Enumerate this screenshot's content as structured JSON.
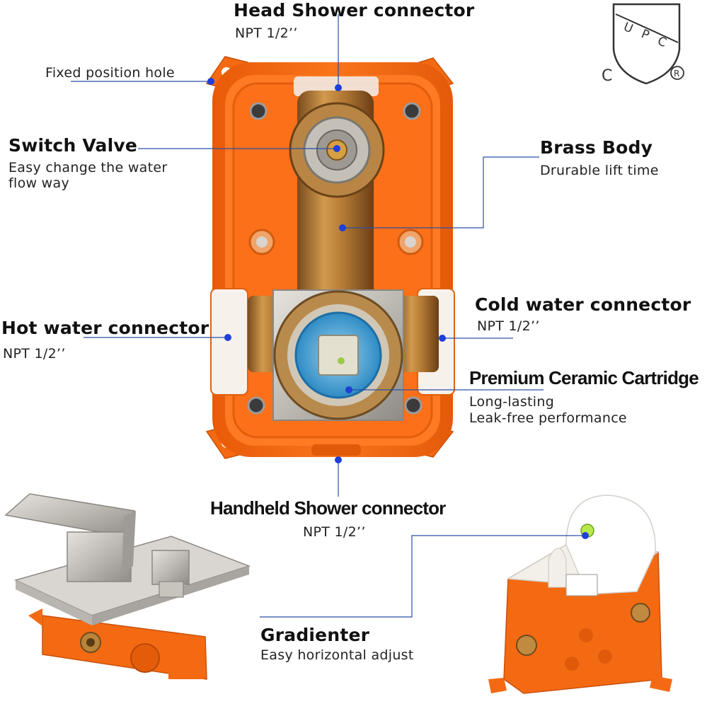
{
  "callouts": {
    "head_shower": {
      "title": "Head Shower connector",
      "sub": "NPT  1/2’’"
    },
    "fixed_hole": {
      "title": "Fixed position hole"
    },
    "switch_valve": {
      "title": "Switch Valve",
      "sub1": "Easy change the water",
      "sub2": "flow way"
    },
    "brass_body": {
      "title": "Brass Body",
      "sub": "Drurable lift time"
    },
    "hot_water": {
      "title": "Hot water connector",
      "sub": "NPT  1/2’’"
    },
    "cold_water": {
      "title": "Cold water connector",
      "sub": "NPT  1/2’’"
    },
    "cartridge": {
      "title": "Premium Ceramic Cartridge",
      "sub1": "Long-lasting",
      "sub2": "Leak-free performance"
    },
    "handheld": {
      "title": "Handheld Shower  connector",
      "sub": "NPT  1/2’’"
    },
    "gradienter": {
      "title": "Gradienter",
      "sub": "Easy horizontal adjust"
    }
  },
  "certification": {
    "mark": "UPC",
    "left": "C",
    "right": "®"
  },
  "colors": {
    "box_orange": "#f46a12",
    "leader_blue": "#2a4fa8",
    "dot_blue": "#1e3fd8",
    "brass": "#c58a3c",
    "steel": "#c9c6c1"
  }
}
